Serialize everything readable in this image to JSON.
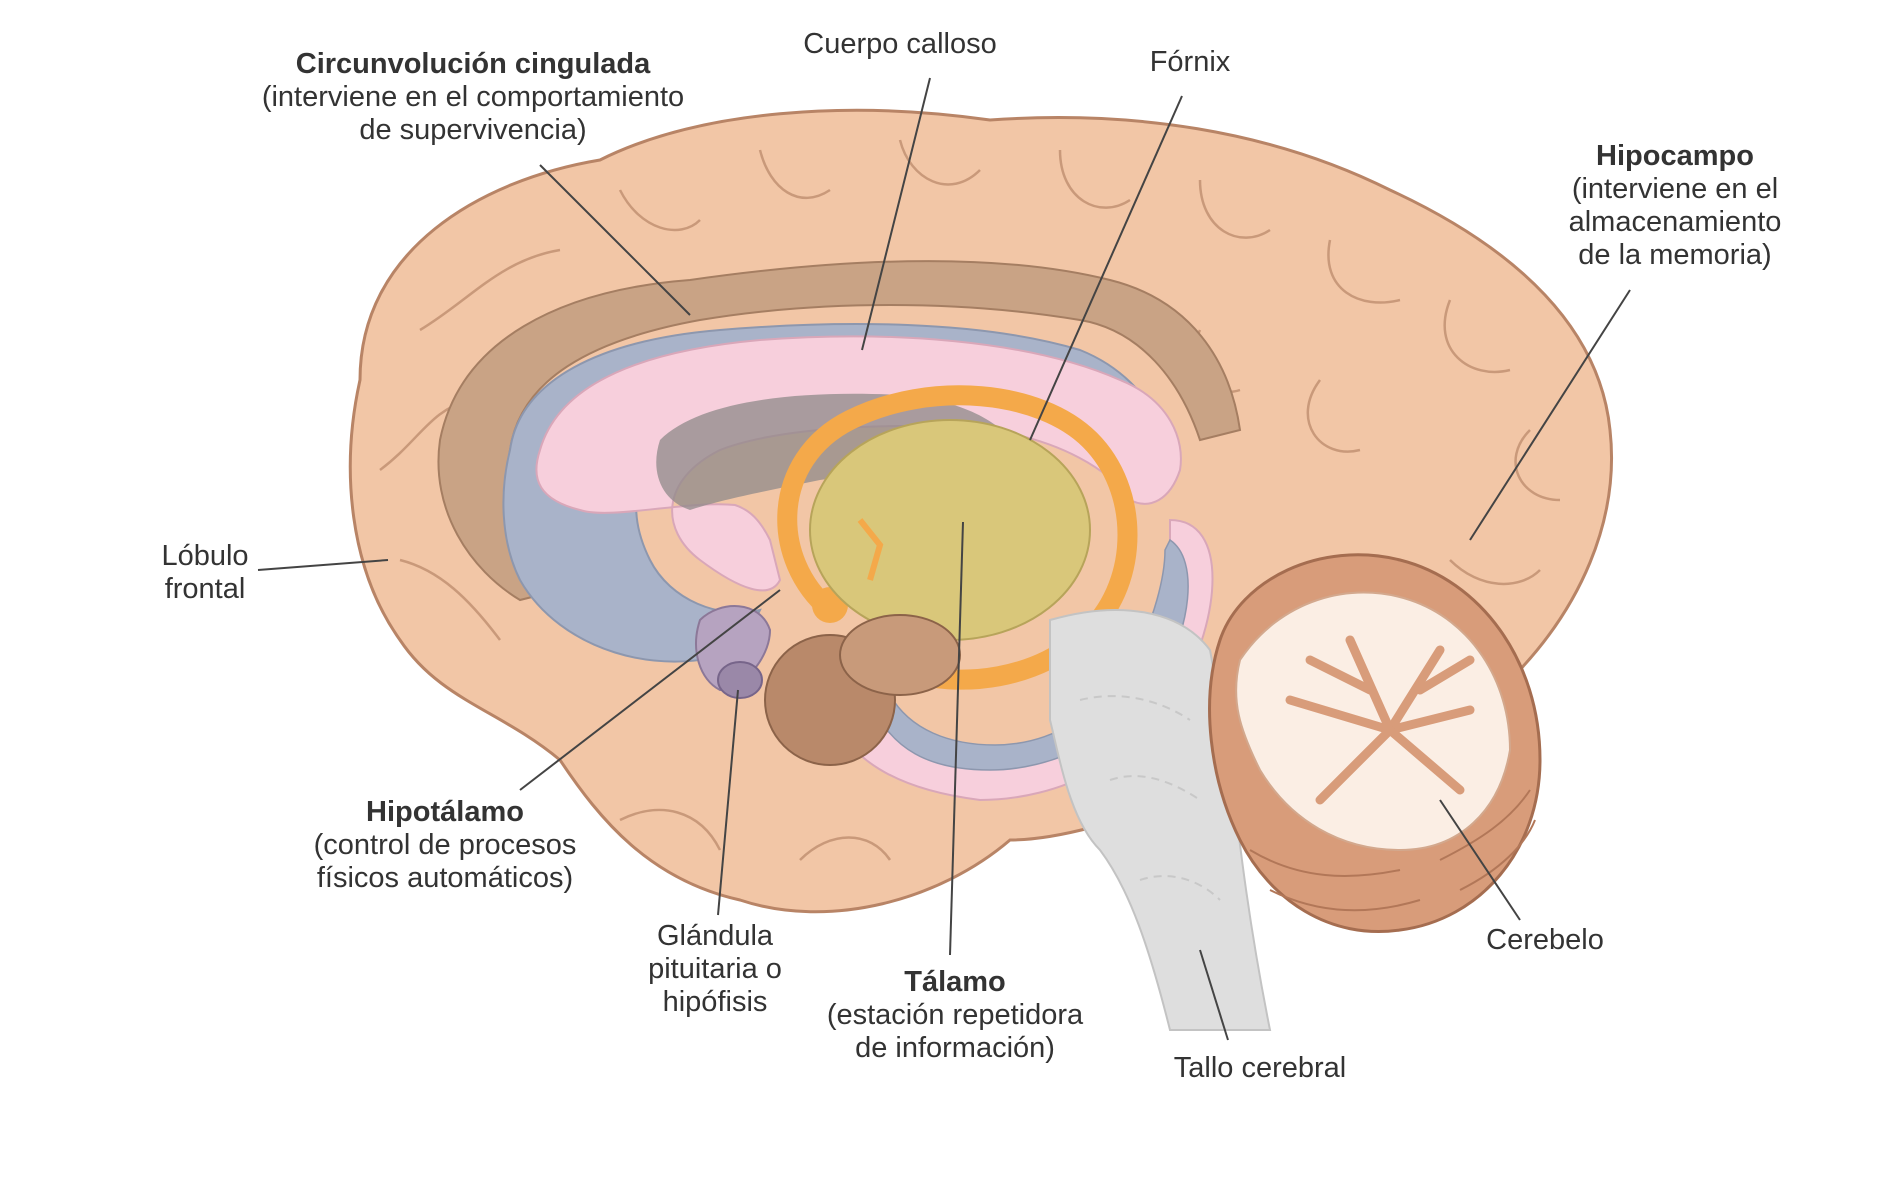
{
  "labels": {
    "cingulada": {
      "title": "Circunvolución cingulada",
      "lines": [
        "(interviene en el comportamiento",
        "de supervivencia)"
      ]
    },
    "cuerpo_calloso": {
      "text": "Cuerpo calloso"
    },
    "fornix": {
      "text": "Fórnix"
    },
    "hipocampo": {
      "title": "Hipocampo",
      "lines": [
        "(interviene en el",
        "almacenamiento",
        "de la memoria)"
      ]
    },
    "lobulo_frontal": {
      "lines": [
        "Lóbulo",
        "frontal"
      ]
    },
    "hipotalamo": {
      "title": "Hipotálamo",
      "lines": [
        "(control de procesos",
        "físicos automáticos)"
      ]
    },
    "glandula": {
      "lines": [
        "Glándula",
        "pituitaria o",
        "hipófisis"
      ]
    },
    "talamo": {
      "title": "Tálamo",
      "lines": [
        "(estación repetidora",
        "de información)"
      ]
    },
    "tallo": {
      "text": "Tallo cerebral"
    },
    "cerebelo": {
      "text": "Cerebelo"
    }
  },
  "colors": {
    "cortex": "#f2c6a6",
    "cortex_line": "#b88466",
    "cingulate": "#c9a385",
    "ventricle": "#a9b3c9",
    "callosum": "#f7cfdc",
    "thalamus": "#d9c77a",
    "fornix": "#f4a94a",
    "brainstem": "#dedede",
    "cerebellum_white": "#fbeee4",
    "midbrain": "#b9896a",
    "leader": "#444444"
  }
}
